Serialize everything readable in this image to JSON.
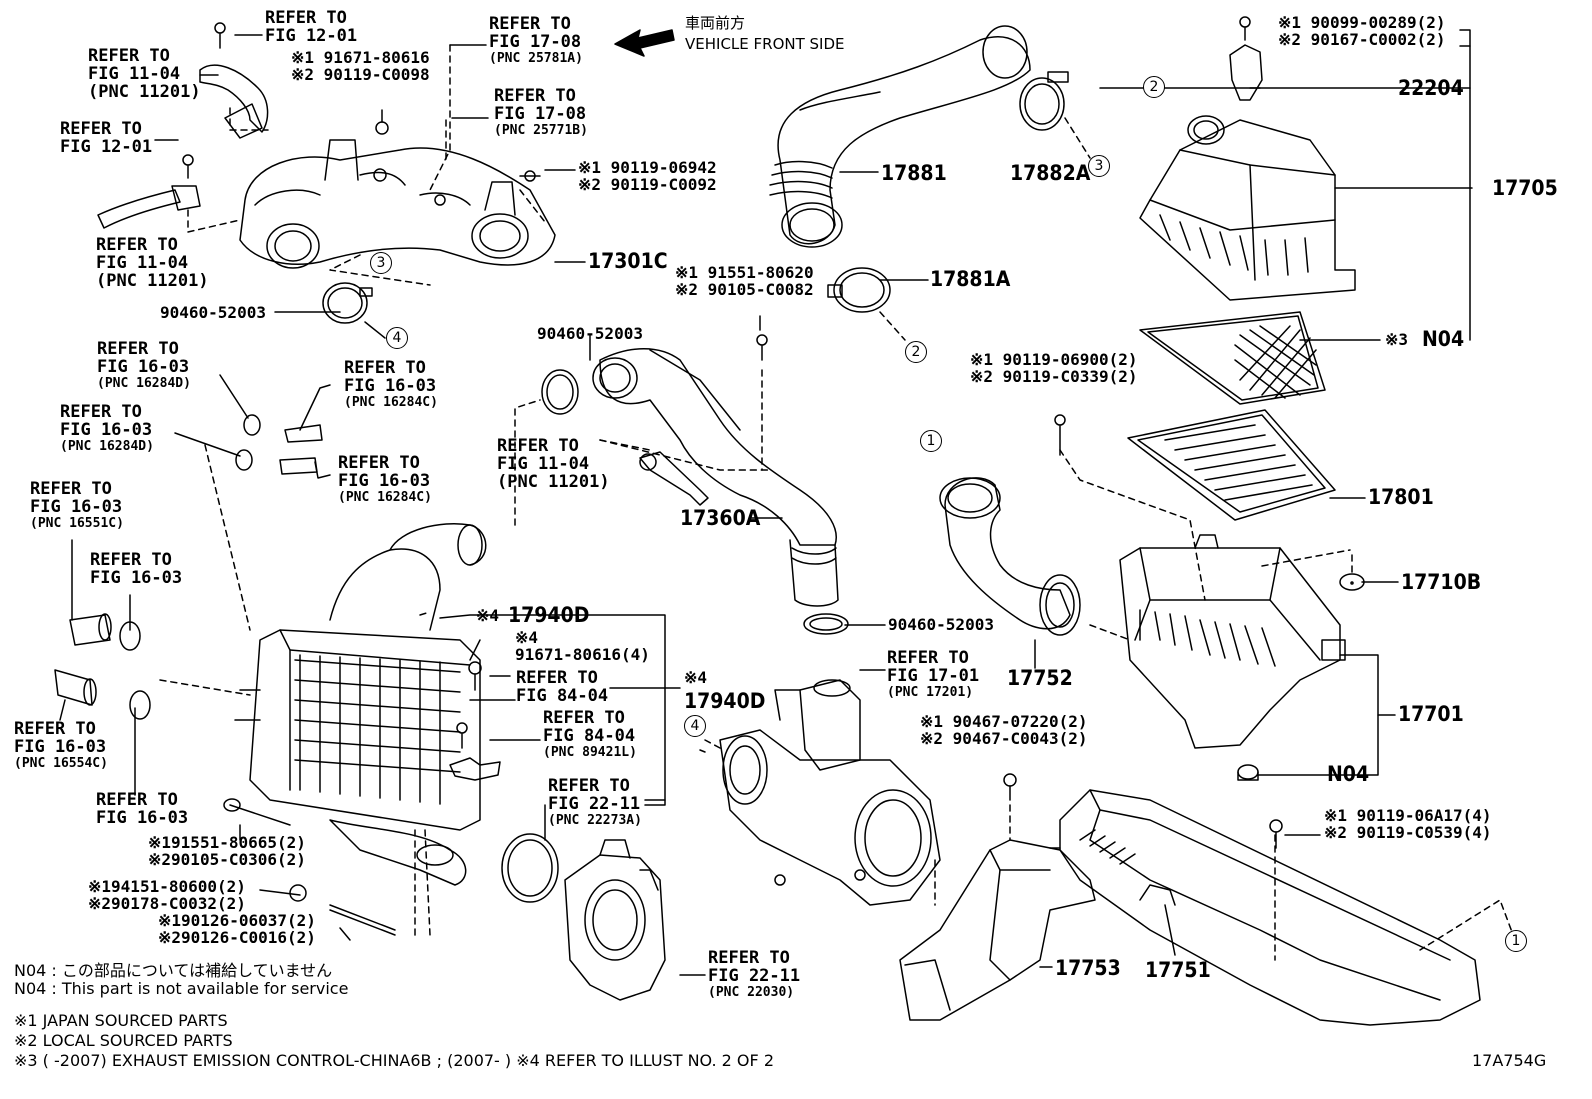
{
  "header": {
    "jp": "車両前方",
    "en": "VEHICLE FRONT SIDE"
  },
  "refs": [
    {
      "id": "r1",
      "l1": "REFER TO",
      "l2": "FIG 12-01",
      "pnc": ""
    },
    {
      "id": "r2",
      "l1": "REFER TO",
      "l2": "FIG 11-04",
      "pnc": "(PNC 11201)"
    },
    {
      "id": "r3",
      "l1": "REFER TO",
      "l2": "FIG 12-01",
      "pnc": ""
    },
    {
      "id": "r4",
      "l1": "REFER TO",
      "l2": "FIG 11-04",
      "pnc": "(PNC 11201)"
    },
    {
      "id": "r5",
      "l1": "REFER TO",
      "l2": "FIG 17-08",
      "pnc": "(PNC 25781A)"
    },
    {
      "id": "r6",
      "l1": "REFER TO",
      "l2": "FIG 17-08",
      "pnc": "(PNC 25771B)"
    },
    {
      "id": "r7",
      "l1": "REFER TO",
      "l2": "FIG 16-03",
      "pnc": "(PNC 16284D)"
    },
    {
      "id": "r8",
      "l1": "REFER TO",
      "l2": "FIG 16-03",
      "pnc": "(PNC 16284C)"
    },
    {
      "id": "r9",
      "l1": "REFER TO",
      "l2": "FIG 16-03",
      "pnc": "(PNC 16284D)"
    },
    {
      "id": "r10",
      "l1": "REFER TO",
      "l2": "FIG 16-03",
      "pnc": "(PNC 16284C)"
    },
    {
      "id": "r11",
      "l1": "REFER TO",
      "l2": "FIG 16-03",
      "pnc": "(PNC 16551C)"
    },
    {
      "id": "r12",
      "l1": "REFER TO",
      "l2": "FIG 16-03",
      "pnc": ""
    },
    {
      "id": "r13",
      "l1": "REFER TO",
      "l2": "FIG 16-03",
      "pnc": "(PNC 16554C)"
    },
    {
      "id": "r14",
      "l1": "REFER TO",
      "l2": "FIG 16-03",
      "pnc": ""
    },
    {
      "id": "r15",
      "l1": "REFER TO",
      "l2": "FIG 11-04",
      "pnc": "(PNC 11201)"
    },
    {
      "id": "r16",
      "l1": "REFER TO",
      "l2": "FIG 84-04",
      "pnc": ""
    },
    {
      "id": "r17",
      "l1": "REFER TO",
      "l2": "FIG 84-04",
      "pnc": "(PNC 89421L)"
    },
    {
      "id": "r18",
      "l1": "REFER TO",
      "l2": "FIG 22-11",
      "pnc": "(PNC 22273A)"
    },
    {
      "id": "r19",
      "l1": "REFER TO",
      "l2": "FIG 22-11",
      "pnc": "(PNC 22030)"
    },
    {
      "id": "r20",
      "l1": "REFER TO",
      "l2": "FIG 17-01",
      "pnc": "(PNC 17201)"
    }
  ],
  "parts": {
    "p17301c": "17301C",
    "p90460a": "90460-52003",
    "p90460b": "90460-52003",
    "p90460c": "90460-52003",
    "p17360a": "17360A",
    "p17881": "17881",
    "p17882a": "17882A",
    "p17881a": "17881A",
    "p22204": "22204",
    "p17705": "17705",
    "pN04a": "N04",
    "p17801": "17801",
    "p17710b": "17710B",
    "p17752": "17752",
    "p17701": "17701",
    "pN04b": "N04",
    "p17753": "17753",
    "p17751": "17751",
    "p17940d1": "17940D",
    "p17940d2": "17940D"
  },
  "codes": {
    "c1a": "※1 91671-80616",
    "c1b": "※2 90119-C0098",
    "c2a": "※1 90119-06942",
    "c2b": "※2 90119-C0092",
    "c3a": "※1 91551-80620",
    "c3b": "※2 90105-C0082",
    "c4a": "※1  90099-00289(2)",
    "c4b": "※2  90167-C0002(2)",
    "c5a": "※1  90119-06900(2)",
    "c5b": "※2  90119-C0339(2)",
    "c6a": "※1  90467-07220(2)",
    "c6b": "※2  90467-C0043(2)",
    "c7a": "※1  90119-06A17(4)",
    "c7b": "※2  90119-C0539(4)",
    "c8a": "※4",
    "c8b": "91671-80616(4)",
    "c9a": "※191551-80665(2)",
    "c9b": "※290105-C0306(2)",
    "c10a": "※194151-80600(2)",
    "c10b": "※290178-C0032(2)",
    "c10c": "※190126-06037(2)",
    "c10d": "※290126-C0016(2)",
    "s3": "※3",
    "s4a": "※4",
    "s4b": "※4"
  },
  "circles": [
    "1",
    "2",
    "3",
    "4"
  ],
  "notes": {
    "n1": "N04 : この部品については補給していません",
    "n2": "N04 : This part is not available for service",
    "n3": "※1  JAPAN SOURCED PARTS",
    "n4": "※2  LOCAL SOURCED PARTS",
    "n5": "※3  (        -2007) EXHAUST EMISSION CONTROL-CHINA6B ; (2007-        )   ※4 REFER TO ILLUST NO. 2 OF 2",
    "fig": "17A754G"
  }
}
